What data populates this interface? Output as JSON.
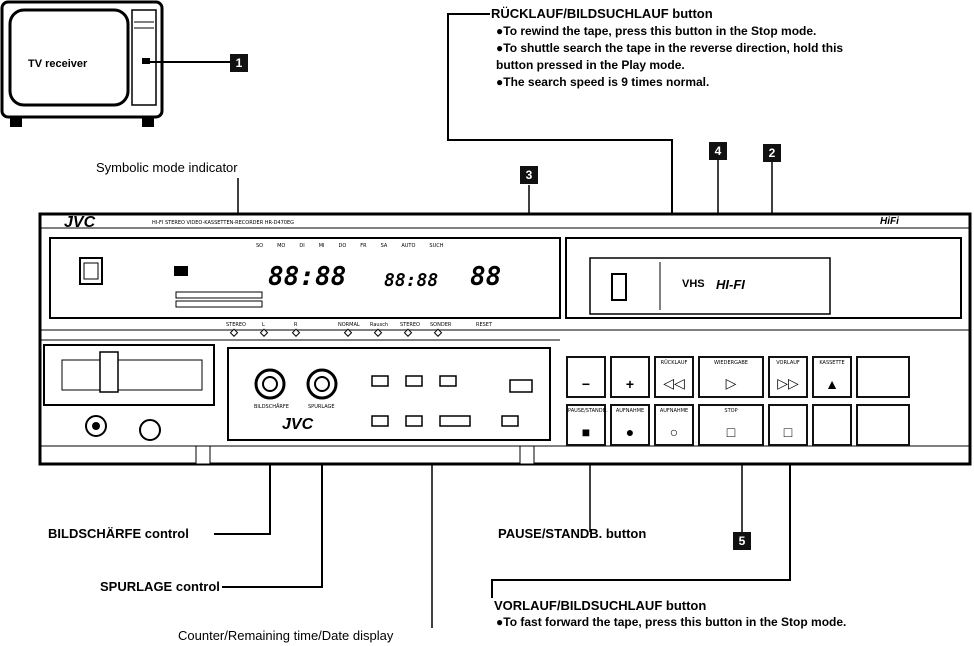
{
  "tv": {
    "label": "TV receiver",
    "badge": "1"
  },
  "rewind": {
    "title": "RÜCKLAUF/BILDSUCHLAUF button",
    "notes": [
      "●To rewind the tape, press this button in the Stop mode.",
      "●To shuttle search the tape in the reverse direction, hold this",
      "  button pressed in the Play mode.",
      "●The search speed is 9 times normal."
    ]
  },
  "symbolic_label": "Symbolic mode indicator",
  "badges": {
    "b3": "3",
    "b4": "4",
    "b2": "2",
    "b5": "5"
  },
  "vcr": {
    "brand": "JVC",
    "model_text": "HI-FI STEREO VIDEO-KASSETTEN-RECORDER HR-D470EG",
    "brand_small": "JVC",
    "logo_right": "HiFi",
    "display": {
      "counter1": "88:88",
      "counter2": "88:88",
      "counter3": "88"
    },
    "display_days": [
      "SO",
      "MO",
      "DI",
      "MI",
      "DO",
      "FR",
      "SA",
      "AUTO",
      "SUCH"
    ],
    "cassette": {
      "vhs": "VHS",
      "hifi": "HI-FI"
    },
    "strip_labels": [
      "STEREO",
      "L",
      "R",
      "NORMAL",
      "Rausch",
      "STEREO",
      "SONDER",
      "RESET"
    ],
    "buttons_top": [
      {
        "label": "",
        "symbol": "−"
      },
      {
        "label": "",
        "symbol": "+"
      },
      {
        "label": "RÜCKLAUF",
        "symbol": "◁◁"
      },
      {
        "label": "WIEDERGABE",
        "symbol": "▷"
      },
      {
        "label": "VORLAUF",
        "symbol": "▷▷"
      },
      {
        "label": "KASSETTE",
        "symbol": "▲"
      }
    ],
    "buttons_bottom": [
      {
        "label": "PAUSE/STANDB.",
        "symbol": "■"
      },
      {
        "label": "AUFNAHME",
        "symbol": "●"
      },
      {
        "label": "AUFNAHME",
        "symbol": "○"
      },
      {
        "label": "STOP",
        "symbol": "□"
      },
      {
        "label": "",
        "symbol": "□"
      }
    ],
    "knob_labels": [
      "BILDSCHÄRFE",
      "SPURLAGE"
    ]
  },
  "labels": {
    "bildschaerfe": "BILDSCHÄRFE control",
    "spurlage": "SPURLAGE control",
    "counter": "Counter/Remaining time/Date display",
    "pause": "PAUSE/STANDB. button"
  },
  "forward": {
    "title": "VORLAUF/BILDSUCHLAUF button",
    "notes": [
      "●To fast forward the tape, press this button in the Stop mode."
    ]
  }
}
